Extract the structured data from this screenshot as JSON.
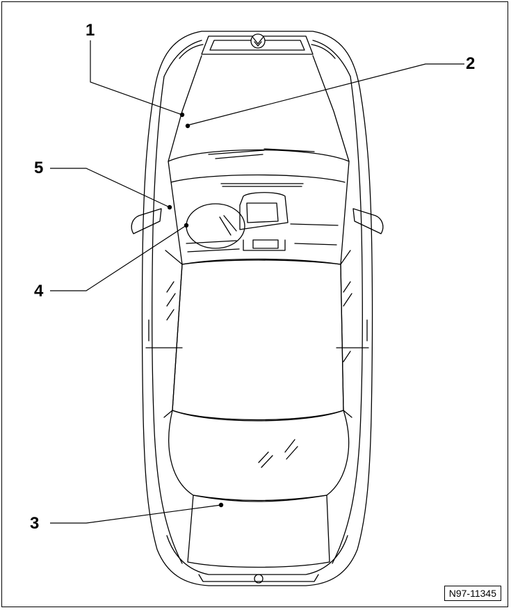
{
  "callouts": [
    {
      "id": "1",
      "label": "1"
    },
    {
      "id": "2",
      "label": "2"
    },
    {
      "id": "3",
      "label": "3"
    },
    {
      "id": "4",
      "label": "4"
    },
    {
      "id": "5",
      "label": "5"
    }
  ],
  "figure_id": "N97-11345",
  "colors": {
    "line": "#000000",
    "background": "#ffffff"
  }
}
